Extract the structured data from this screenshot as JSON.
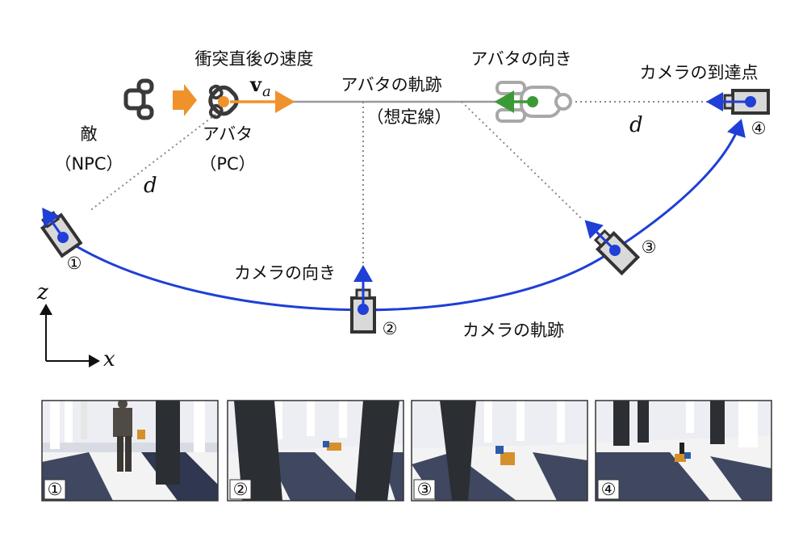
{
  "labels": {
    "velocity_after_collision": "衝突直後の速度",
    "velocity_symbol": "v",
    "velocity_subscript": "a",
    "avatar_trajectory": "アバタの軌跡",
    "assumed_line": "（想定線）",
    "avatar_orientation": "アバタの向き",
    "camera_destination": "カメラの到達点",
    "enemy": "敵",
    "enemy_npc": "（NPC）",
    "avatar": "アバタ",
    "avatar_pc": "（PC）",
    "distance_left": "d",
    "distance_right": "d",
    "camera_orientation": "カメラの向き",
    "camera_trajectory": "カメラの軌跡",
    "axis_z": "z",
    "axis_x": "x"
  },
  "markers": [
    "①",
    "②",
    "③",
    "④"
  ],
  "colors": {
    "camera_path": "#1f3fd6",
    "velocity": "#f0922c",
    "avatar_dir": "#3c9a36",
    "avatar_line": "#9a9a9a",
    "camera_body": "#d9d9d9",
    "camera_border": "#333333"
  }
}
